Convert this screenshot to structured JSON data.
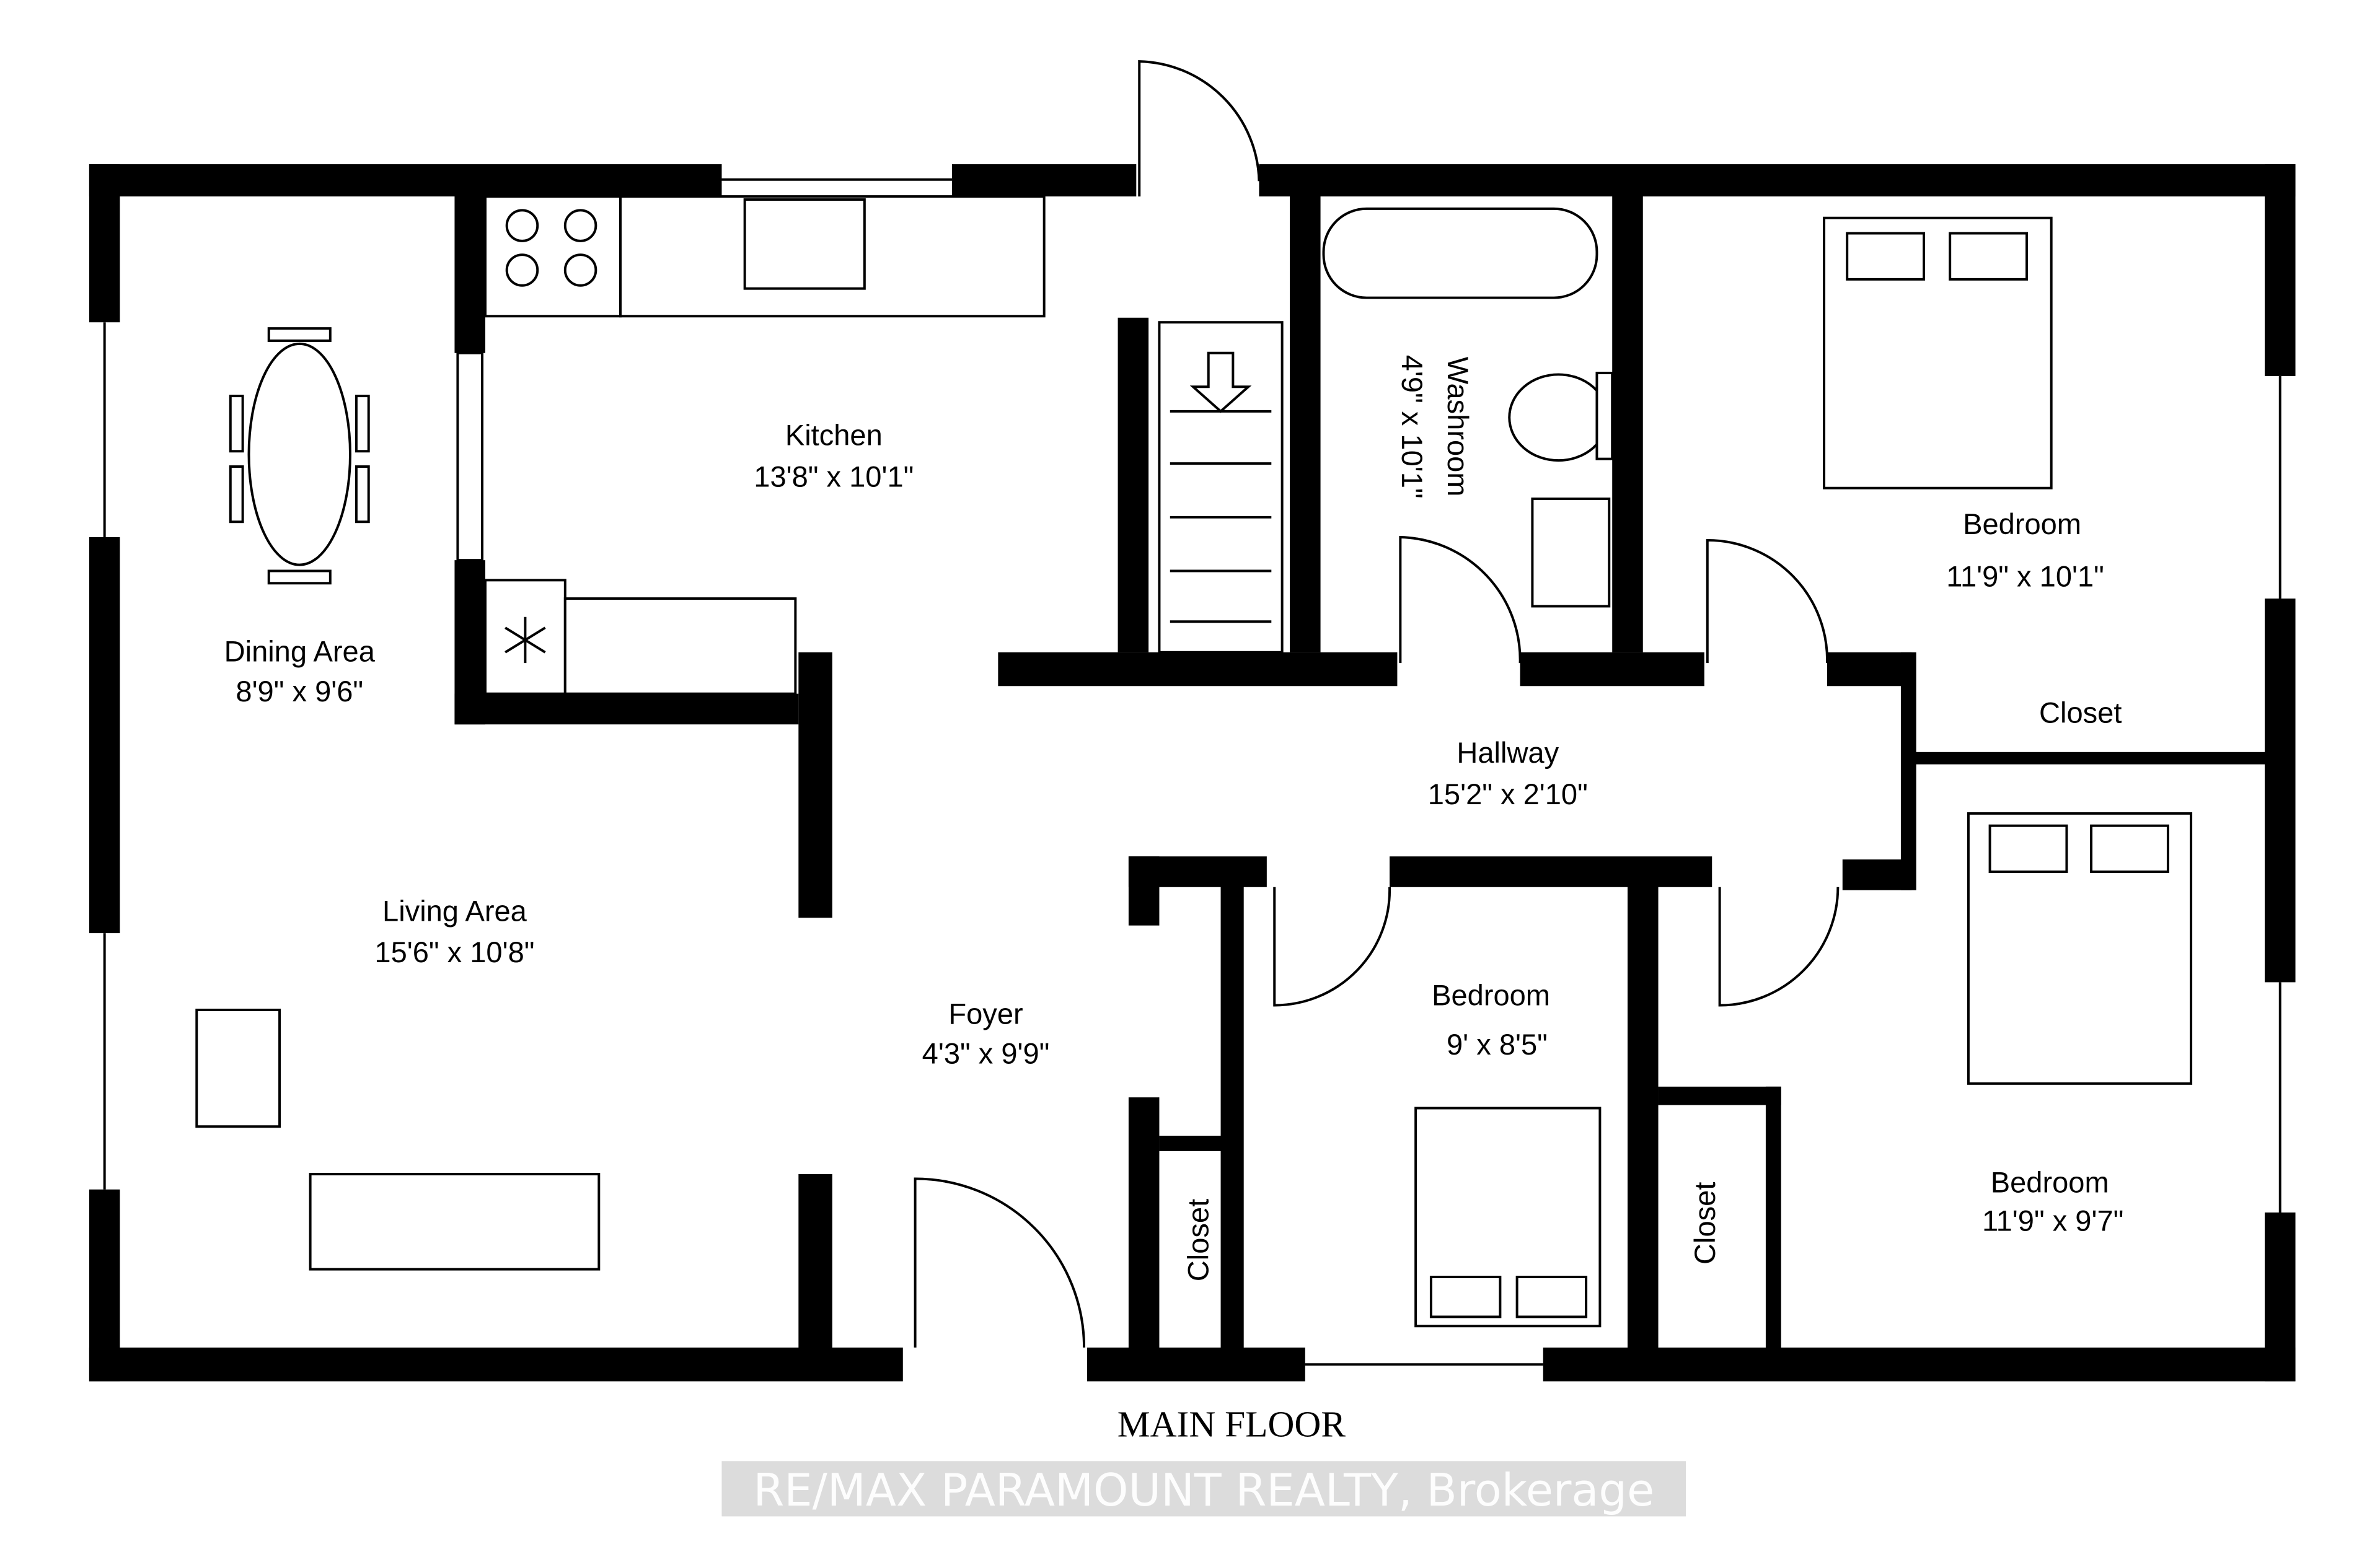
{
  "plan": {
    "title": "MAIN FLOOR",
    "watermark": "RE/MAX PARAMOUNT REALTY, Brokerage",
    "rooms": [
      {
        "name": "Kitchen",
        "size": "13'8\" x 10'1\""
      },
      {
        "name": "Dining Area",
        "size": "8'9\" x 9'6\""
      },
      {
        "name": "Living Area",
        "size": "15'6\" x 10'8\""
      },
      {
        "name": "Foyer",
        "size": "4'3\" x 9'9\""
      },
      {
        "name": "Washroom",
        "size": "4'9\" x 10'1\""
      },
      {
        "name": "Hallway",
        "size": "15'2\" x 2'10\""
      },
      {
        "name": "Bedroom",
        "size": "11'9\" x 10'1\""
      },
      {
        "name": "Bedroom",
        "size": "9' x 8'5\""
      },
      {
        "name": "Bedroom",
        "size": "11'9\" x 9'7\""
      }
    ],
    "closets": [
      "Closet",
      "Closet",
      "Closet"
    ]
  }
}
